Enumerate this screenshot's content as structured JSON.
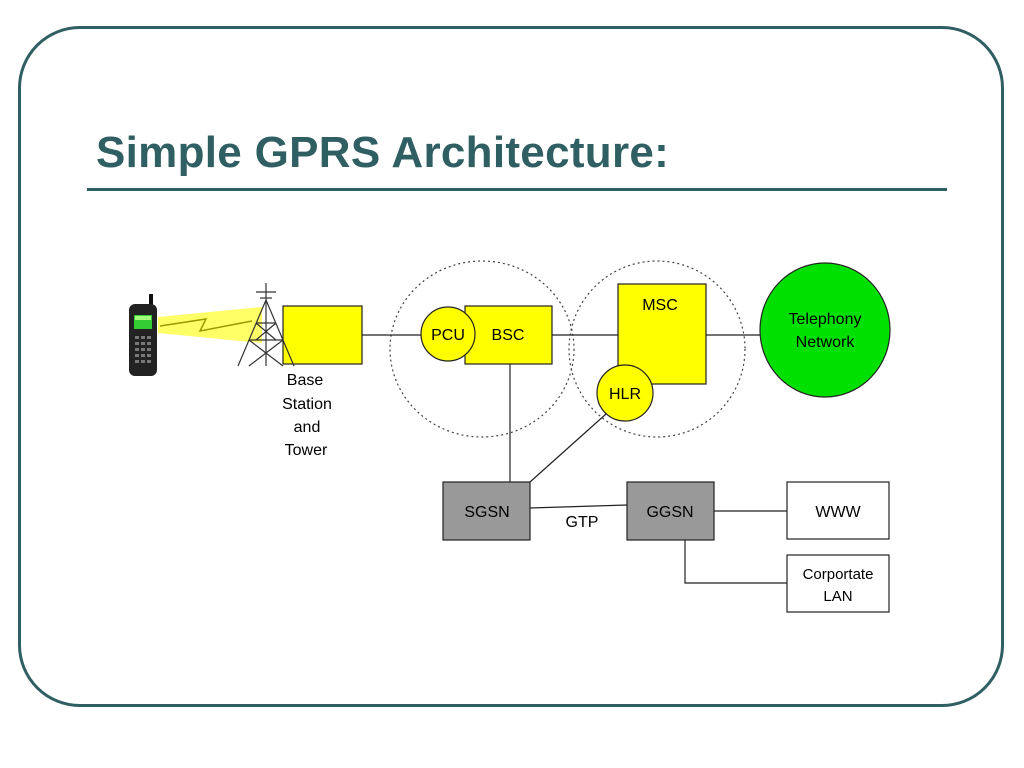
{
  "title": "Simple GPRS Architecture:",
  "diagram": {
    "base_station": [
      "Base",
      "Station",
      "and",
      "Tower"
    ],
    "pcu": "PCU",
    "bsc": "BSC",
    "msc": "MSC",
    "hlr": "HLR",
    "telephony": [
      "Telephony",
      "Network"
    ],
    "sgsn": "SGSN",
    "gtp": "GTP",
    "ggsn": "GGSN",
    "www": "WWW",
    "lan": [
      "Corportate",
      "LAN"
    ]
  },
  "colors": {
    "accent": "#2f5f62",
    "node_yellow": "#ffff00",
    "node_green": "#00e000",
    "node_gray": "#999999"
  }
}
